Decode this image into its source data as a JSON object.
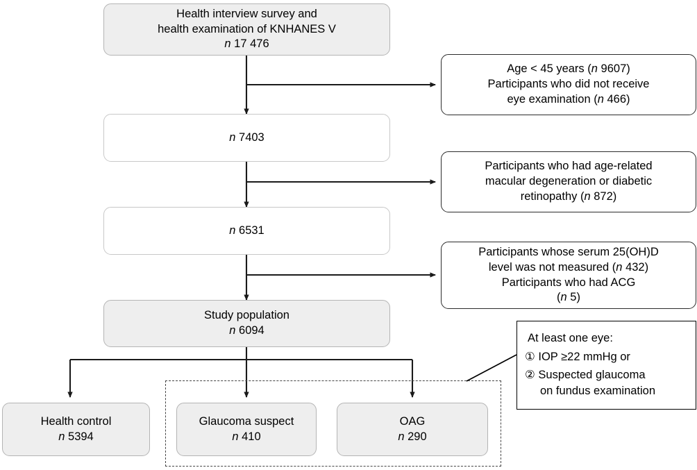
{
  "figure": {
    "type": "flowchart",
    "title": "Study participant selection flow diagram"
  },
  "nodes": {
    "source": {
      "line1": "Health interview survey and",
      "line2": "health examination of KNHANES V",
      "n_prefix": "n",
      "n_value": "17 476"
    },
    "after_step1": {
      "n_prefix": "n",
      "n_value": "7403"
    },
    "after_step2": {
      "n_prefix": "n",
      "n_value": "6531"
    },
    "study_population": {
      "label": "Study population",
      "n_prefix": "n",
      "n_value": "6094"
    },
    "health_control": {
      "label": "Health control",
      "n_prefix": "n",
      "n_value": "5394"
    },
    "glaucoma_suspect": {
      "label": "Glaucoma suspect",
      "n_prefix": "n",
      "n_value": "410"
    },
    "oag": {
      "label": "OAG",
      "n_prefix": "n",
      "n_value": "290"
    }
  },
  "exclusions": [
    {
      "id": "exclusion-1",
      "lines": [
        {
          "text_before": "Age < 45 years (",
          "n_prefix": "n",
          "n_value": " 9607",
          "text_after": ")"
        },
        {
          "text_before": "Participants who did not receive",
          "n_prefix": "",
          "n_value": "",
          "text_after": ""
        },
        {
          "text_before": "eye examination (",
          "n_prefix": "n",
          "n_value": " 466",
          "text_after": ")"
        }
      ]
    },
    {
      "id": "exclusion-2",
      "lines": [
        {
          "text_before": "Participants who had age-related",
          "n_prefix": "",
          "n_value": "",
          "text_after": ""
        },
        {
          "text_before": "macular degeneration or diabetic",
          "n_prefix": "",
          "n_value": "",
          "text_after": ""
        },
        {
          "text_before": "retinopathy (",
          "n_prefix": "n",
          "n_value": " 872",
          "text_after": ")"
        }
      ]
    },
    {
      "id": "exclusion-3",
      "lines": [
        {
          "text_before": "Participants whose serum 25(OH)D",
          "n_prefix": "",
          "n_value": "",
          "text_after": ""
        },
        {
          "text_before": "level was not measured (",
          "n_prefix": "n",
          "n_value": " 432",
          "text_after": ")"
        },
        {
          "text_before": "Participants who had ACG",
          "n_prefix": "",
          "n_value": "",
          "text_after": ""
        },
        {
          "text_before": "(",
          "n_prefix": "n",
          "n_value": " 5",
          "text_after": ")"
        }
      ]
    }
  ],
  "callout": {
    "heading": "At least one eye:",
    "items": [
      {
        "marker": "①",
        "text": "IOP ≥22 mmHg or"
      },
      {
        "marker": "②",
        "text": "Suspected glaucoma"
      }
    ],
    "continuation": "on fundus examination"
  },
  "colors": {
    "shaded_fill": "#eeeeee",
    "shaded_border": "#b4b4b4",
    "plain_border": "#c8c8c8",
    "exclusion_border": "#2b2b2b",
    "connector": "#1a1a1a",
    "dashed_group": "#444444",
    "text": "#000000"
  }
}
